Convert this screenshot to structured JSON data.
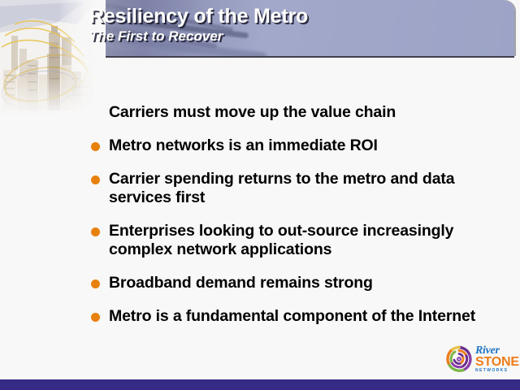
{
  "slide": {
    "title": "Resiliency of the Metro",
    "subtitle": "The First to Recover",
    "background_color": "#f8f8f8",
    "bottom_bar_color": "#352a86",
    "bullet_color": "#e8800c",
    "header_color": "#9fa5c8",
    "bullets": [
      {
        "text": "Carriers must move up the value chain"
      },
      {
        "text": "Metro networks is an immediate ROI"
      },
      {
        "text": "Carrier spending returns to the metro and data services first"
      },
      {
        "text": "Enterprises looking to out-source increasingly complex network applications"
      },
      {
        "text": "Broadband demand remains strong"
      },
      {
        "text": "Metro is a fundamental component of the Internet"
      }
    ]
  },
  "logo": {
    "word_top": "River",
    "word_main": "STONE",
    "word_sub": "NETWORKS",
    "color_top": "#1f73c4",
    "color_main": "#ef7c1b",
    "mark_colors": [
      "#6c2f8f",
      "#ef7c1b",
      "#7ab648",
      "#1f73c4"
    ]
  },
  "artwork": {
    "city_caption": "faded metropolitan skyline with gold network arcs"
  }
}
